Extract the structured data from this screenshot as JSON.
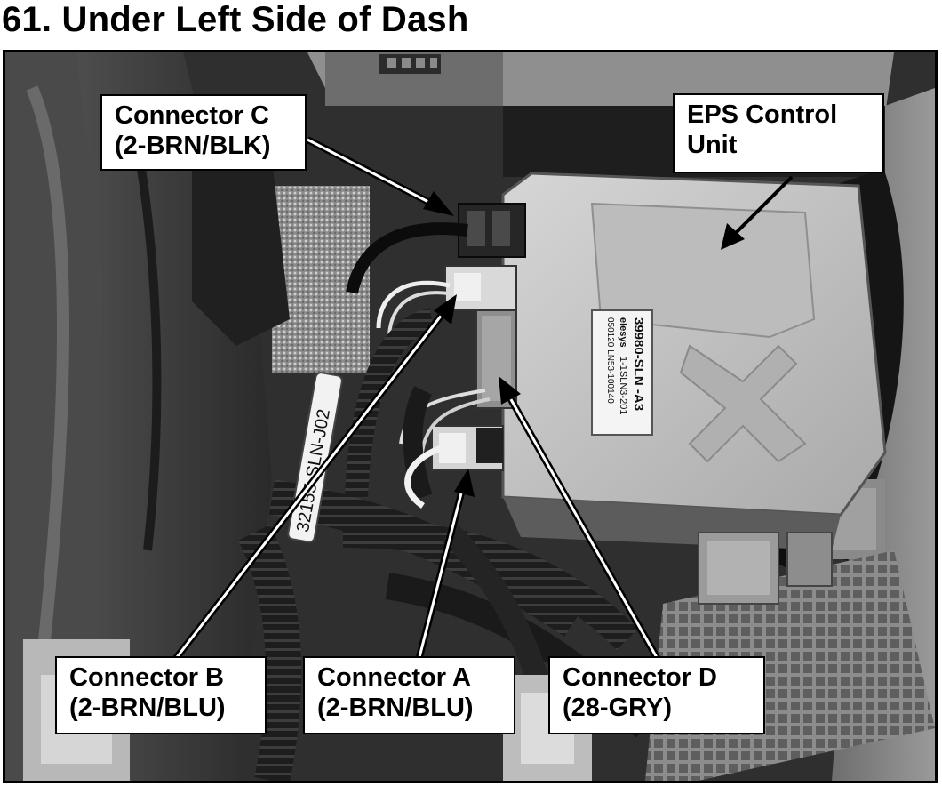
{
  "page": {
    "title": "61. Under Left Side of Dash"
  },
  "callouts": {
    "connector_c": {
      "line1": "Connector C",
      "line2": "(2-BRN/BLK)"
    },
    "eps": {
      "line1": "EPS Control",
      "line2": "Unit"
    },
    "connector_b": {
      "line1": "Connector B",
      "line2": "(2-BRN/BLU)"
    },
    "connector_a": {
      "line1": "Connector A",
      "line2": "(2-BRN/BLU)"
    },
    "connector_d": {
      "line1": "Connector D",
      "line2": "(28-GRY)"
    }
  },
  "label": {
    "part_number": "39980-SLN -A3",
    "maker": "elesys",
    "code_line": "1-1SLN3-201",
    "lot_line": "050120 LN53-100140",
    "harness_tag": "32155-SLN-J02"
  },
  "colors": {
    "text": "#000000",
    "callout_bg": "#ffffff",
    "photo_dark": "#2b2b2b",
    "unit_light": "#c9c9c9"
  }
}
